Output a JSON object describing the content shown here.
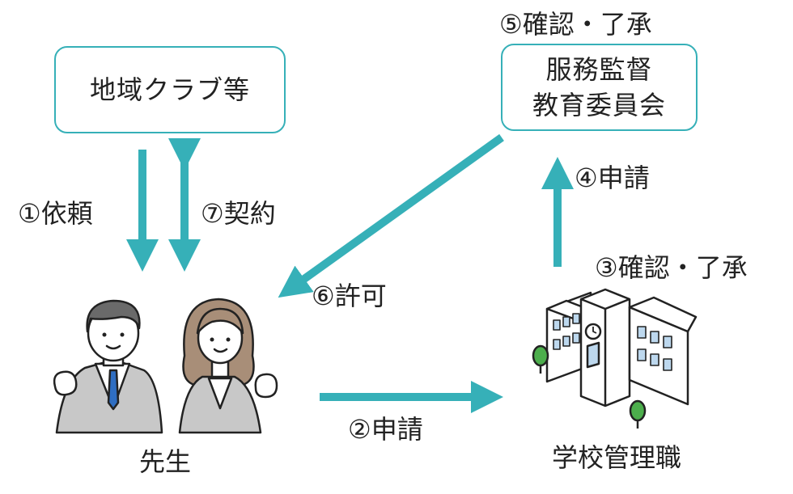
{
  "nodes": {
    "local_club": "地域クラブ等",
    "board_line1": "服務監督",
    "board_line2": "教育委員会",
    "teacher": "先生",
    "principal": "学校管理職"
  },
  "edges": {
    "e1": "①依頼",
    "e2": "②申請",
    "e3": "③確認・了承",
    "e4": "④申請",
    "e5": "⑤確認・了承",
    "e6": "⑥許可",
    "e7": "⑦契約"
  },
  "colors": {
    "accent": "#36b0b8"
  }
}
